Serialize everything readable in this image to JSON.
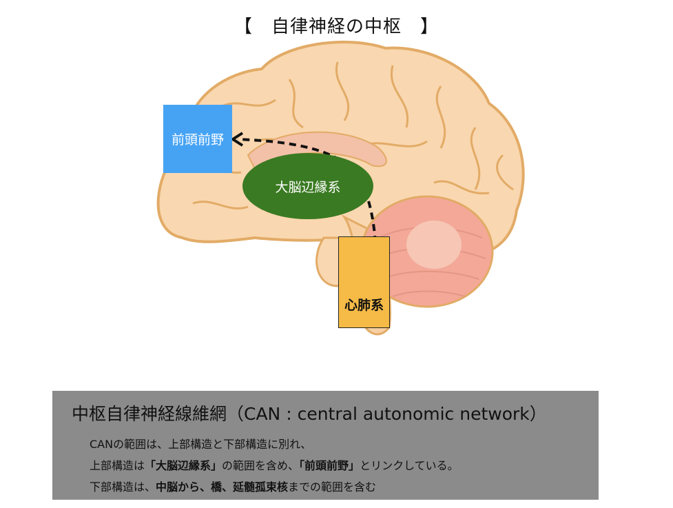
{
  "title": "【　自律神経の中枢　】",
  "labels": {
    "prefrontal": "前頭前野",
    "limbic": "大脳辺縁系",
    "cardiopulmonary": "心肺系"
  },
  "colors": {
    "prefrontal": "#46a3f4",
    "limbic": "#3a7a22",
    "cardiopulmonary": "#f6bb47",
    "panel": "#8b8b8b",
    "brain_fill": "#f9d7b0",
    "brain_outline": "#e2ab66"
  },
  "panel": {
    "heading": "中枢自律神経線維網（CAN : central autonomic network）",
    "line1": "CANの範囲は、上部構造と下部構造に別れ、",
    "line2_a": "上部構造は",
    "line2_b": "「大脳辺縁系」",
    "line2_c": "の範囲を含め、",
    "line2_d": "「前頭前野」",
    "line2_e": "とリンクしている。",
    "line3_a": "下部構造は、",
    "line3_b": "中脳から、橋、延髄孤束核",
    "line3_c": "までの範囲を含む"
  }
}
